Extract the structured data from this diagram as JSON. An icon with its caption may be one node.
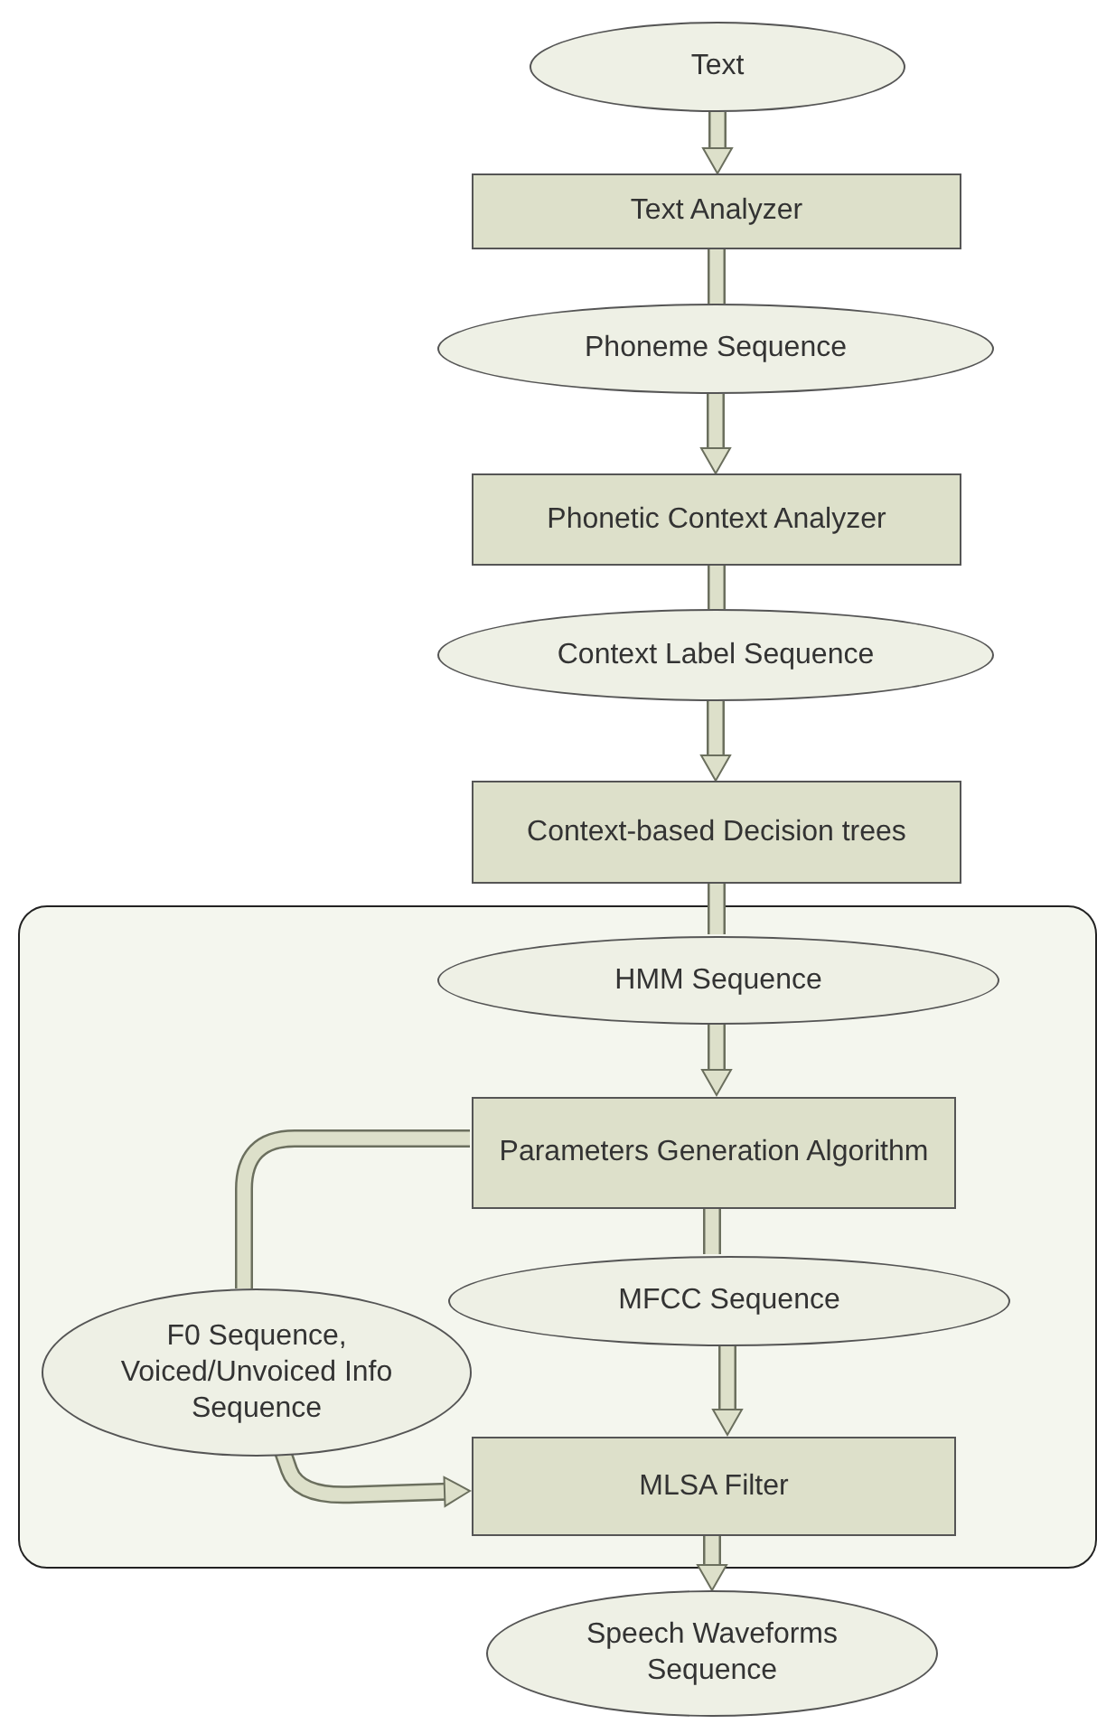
{
  "diagram": {
    "nodes": [
      {
        "text": [
          "Text"
        ]
      },
      {
        "text": [
          "Text Analyzer"
        ]
      },
      {
        "text": [
          "Phoneme Sequence"
        ]
      },
      {
        "text": [
          "Phonetic Context Analyzer"
        ]
      },
      {
        "text": [
          "Context Label Sequence"
        ]
      },
      {
        "text": [
          "Context-based Decision trees"
        ]
      },
      {
        "text": [],
        "shape": "box"
      },
      {
        "text": [
          "HMM Sequence"
        ],
        "in": 6
      },
      {
        "text": [
          "Parameters Generation Algorithm"
        ],
        "in": 6
      },
      {
        "text": [
          "F0 Sequence, Voiced/Unvoiced Info Sequence"
        ],
        "in": 6
      },
      {
        "text": [
          "MFCC Sequence"
        ],
        "in": 6
      },
      {
        "text": [
          "MLSA Filter"
        ],
        "in": 6
      },
      {
        "text": [
          "Speech Waveforms Sequence"
        ]
      }
    ],
    "edges": [
      {
        "from": 0,
        "to": 1,
        "arrow": "to"
      },
      {
        "from": 1,
        "to": 2,
        "arrow": "none"
      },
      {
        "from": 2,
        "to": 3,
        "arrow": "to"
      },
      {
        "from": 3,
        "to": 4,
        "arrow": "none"
      },
      {
        "from": 4,
        "to": 5,
        "arrow": "to"
      },
      {
        "from": 5,
        "to": 7,
        "arrow": "none"
      },
      {
        "from": 7,
        "to": 8,
        "arrow": "to"
      },
      {
        "from": 8,
        "to": 10,
        "arrow": "none"
      },
      {
        "from": 10,
        "to": 11,
        "arrow": "to"
      },
      {
        "from": 8,
        "to": 9,
        "arrow": "none"
      },
      {
        "from": 9,
        "to": 11,
        "arrow": "to"
      },
      {
        "from": 11,
        "to": 12,
        "arrow": "to"
      }
    ]
  }
}
